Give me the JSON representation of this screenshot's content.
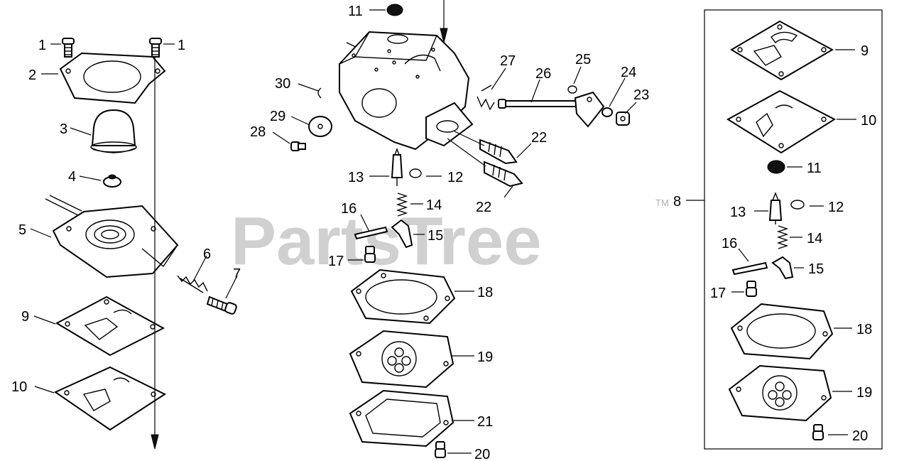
{
  "diagram": {
    "watermark": "PartsTree",
    "trademark": "TM",
    "callouts": {
      "left": [
        "1",
        "1",
        "2",
        "3",
        "4",
        "5",
        "6",
        "7",
        "9",
        "10"
      ],
      "center": [
        "11",
        "30",
        "29",
        "28",
        "27",
        "26",
        "25",
        "24",
        "23",
        "22",
        "22",
        "13",
        "12",
        "14",
        "16",
        "15",
        "17",
        "18",
        "19",
        "21",
        "20"
      ],
      "right": [
        "9",
        "10",
        "11",
        "8",
        "13",
        "12",
        "14",
        "16",
        "15",
        "17",
        "18",
        "19",
        "20"
      ]
    }
  },
  "colors": {
    "line": "#000000",
    "watermark": "#c8c8c8",
    "background": "#ffffff"
  }
}
